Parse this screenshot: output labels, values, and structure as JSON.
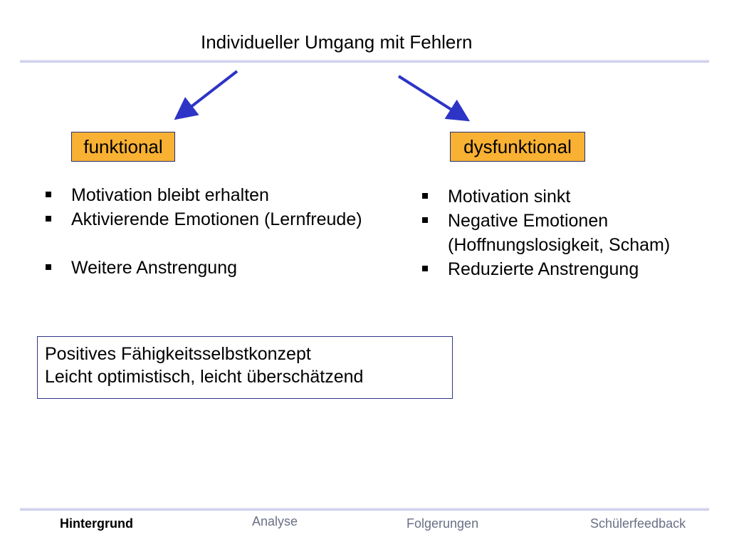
{
  "slide": {
    "title": "Individueller Umgang mit Fehlern",
    "left": {
      "tag": "funktional",
      "items": [
        "Motivation bleibt erhalten",
        "Aktivierende Emotionen (Lernfreude)",
        "Weitere Anstrengung"
      ]
    },
    "right": {
      "tag": "dysfunktional",
      "items": [
        "Motivation sinkt",
        "Negative Emotionen",
        "(Hoffnungslosigkeit, Scham)",
        "Reduzierte Anstrengung"
      ]
    },
    "note": {
      "line1": "Positives Fähigkeitsselbstkonzept",
      "arrow": "",
      "line2": "Leicht optimistisch, leicht überschätzend"
    }
  },
  "nav": {
    "items": [
      "Hintergrund",
      "Analyse",
      "Folgerungen",
      "Schülerfeedback"
    ],
    "active": "Hintergrund"
  },
  "colors": {
    "tag_fill": "#f9b133",
    "arrow": "#2d34c6",
    "rule": "#c6c9ea",
    "note_border": "#31358a"
  }
}
